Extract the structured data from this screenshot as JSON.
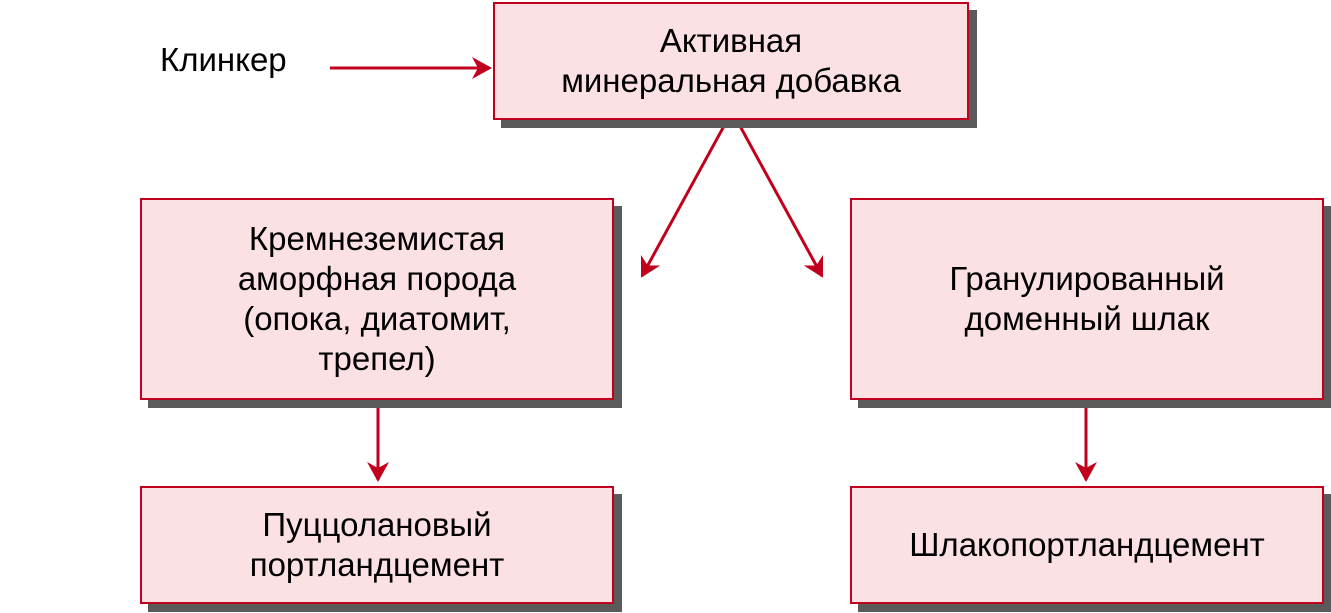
{
  "diagram": {
    "input_label": "Клинкер",
    "nodes": {
      "active_additive": "Активная\nминеральная добавка",
      "silica_rock": "Кремнеземистая\nаморфная порода\n(опока, диатомит,\nтрепел)",
      "granulated_slag": "Гранулированный\nдоменный шлак",
      "pozzolanic_cement": "Пуццолановый\nпортландцемент",
      "slag_cement": "Шлакопортландцемент"
    },
    "colors": {
      "box_fill": "#fbe0e4",
      "box_border": "#c0001c",
      "arrow": "#c0001c",
      "shadow": "#5a5a5a"
    }
  }
}
